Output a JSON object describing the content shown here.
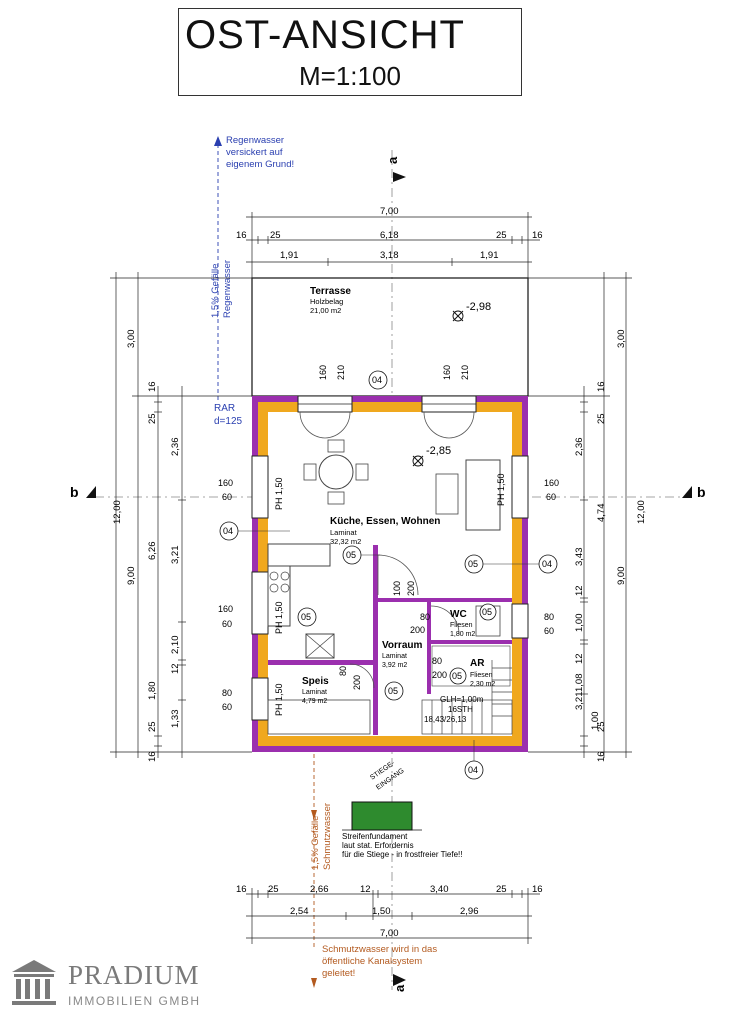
{
  "title": {
    "main": "OST-ANSICHT",
    "scale": "M=1:100"
  },
  "logo": {
    "name": "PRADIUM",
    "subtitle": "IMMOBILIEN GMBH"
  },
  "section_markers": {
    "a": "a",
    "b": "b"
  },
  "notes": {
    "rain_1": "Regenwasser",
    "rain_2": "versickert auf",
    "rain_3": "eigenem Grund!",
    "slope_rain_1": "1,5% Gefälle",
    "slope_rain_2": "Regenwasser",
    "rar_1": "RAR",
    "rar_2": "d=125",
    "slope_waste_1": "1,5% Gefälle",
    "slope_waste_2": "Schmutzwasser",
    "waste_1": "Schmutzwasser wird in das",
    "waste_2": "öffentliche Kanalsystem",
    "waste_3": "geleitet!",
    "found_1": "Streifenfundament",
    "found_2": "laut stat. Erfordernis",
    "found_3": "für die Stiege - in frostfreier Tiefe!!",
    "stair_entry_1": "STIEGE-",
    "stair_entry_2": "EINGANG",
    "glh": "GLH=1,00m",
    "stairs_1": "16STH",
    "stairs_2": "18,43/26,13"
  },
  "rooms": {
    "terrasse": {
      "name": "Terrasse",
      "floor": "Holzbelag",
      "area": "21,00 m2"
    },
    "kueche": {
      "name": "Küche, Essen, Wohnen",
      "floor": "Laminat",
      "area": "32,32 m2"
    },
    "wc": {
      "name": "WC",
      "floor": "Fliesen",
      "area": "1,80 m2"
    },
    "vorraum": {
      "name": "Vorraum",
      "floor": "Laminat",
      "area": "3,92 m2"
    },
    "ar": {
      "name": "AR",
      "floor": "Fliesen",
      "area": "2,30 m2"
    },
    "speis": {
      "name": "Speis",
      "floor": "Laminat",
      "area": "4,79 m2"
    }
  },
  "levels": {
    "terrace": "-2,98",
    "floor": "-2,85"
  },
  "tags": {
    "t04": "04",
    "t05": "05"
  },
  "windows": {
    "ph150": "PH 1,50",
    "w160": "160",
    "w60": "60",
    "w80": "80",
    "h210": "210",
    "h160": "160",
    "d100": "100",
    "d200": "200",
    "d80": "80"
  },
  "dims_top": {
    "total": "7,00",
    "s16": "16",
    "s25": "25",
    "mid": "6,18",
    "d191": "1,91",
    "d318": "3,18"
  },
  "dims_bottom": {
    "s16": "16",
    "s25": "25",
    "d266": "2,66",
    "s12": "12",
    "d340": "3,40",
    "d254": "2,54",
    "d150": "1,50",
    "d296": "2,96",
    "total": "7,00"
  },
  "dims_left": {
    "total": "12,00",
    "d300": "3,00",
    "d900": "9,00",
    "s16": "16",
    "s25": "25",
    "d236": "2,36",
    "d626": "6,26",
    "d321": "3,21",
    "d210": "2,10",
    "s12": "12",
    "d180": "1,80",
    "d133": "1,33"
  },
  "dims_right": {
    "total": "12,00",
    "d300": "3,00",
    "d900": "9,00",
    "s16": "16",
    "s25": "25",
    "d236": "2,36",
    "d474": "4,74",
    "d343": "3,43",
    "s12": "12",
    "d100": "1,00",
    "d108": "1,08",
    "d321": "3,21"
  },
  "colors": {
    "wall_outer": "#9b2fae",
    "wall_inner": "#f0a81e",
    "foundation": "#2e8b2e",
    "blue_note": "#2a3fb0",
    "brown_note": "#b35a1f",
    "logo_gray": "#7a7a7a"
  }
}
